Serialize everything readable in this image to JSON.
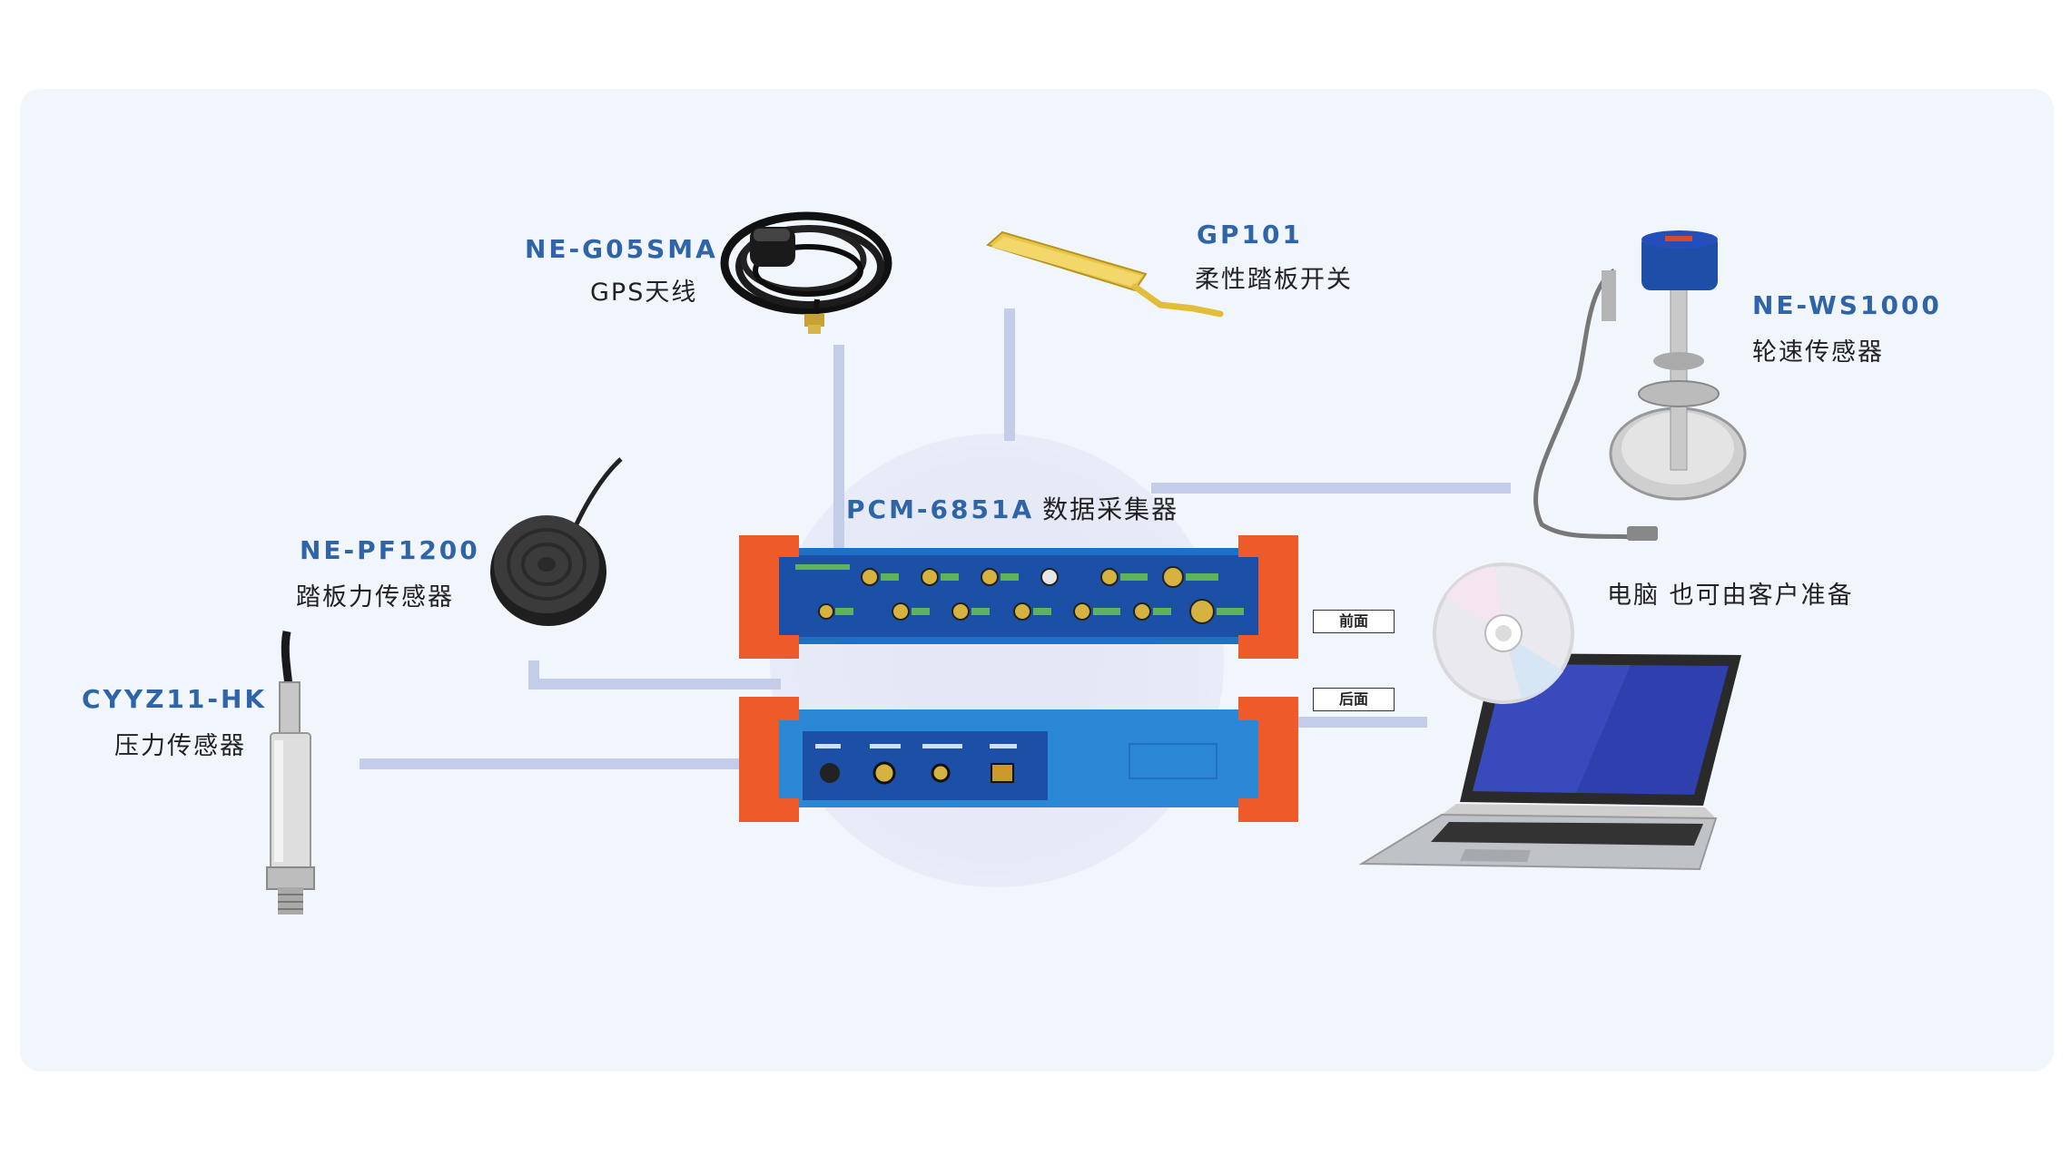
{
  "center": {
    "code": "PCM-6851A",
    "name": "数据采集器",
    "front_tag": "前面",
    "back_tag": "后面"
  },
  "devices": {
    "gps": {
      "code": "NE-G05SMA",
      "name": "GPS天线",
      "icon": "gps-antenna-icon"
    },
    "pedal_switch": {
      "code": "GP101",
      "name": "柔性踏板开关",
      "icon": "flexible-pedal-switch-icon"
    },
    "wheel_speed": {
      "code": "NE-WS1000",
      "name": "轮速传感器",
      "icon": "wheel-speed-sensor-icon"
    },
    "pedal_force": {
      "code": "NE-PF1200",
      "name": "踏板力传感器",
      "icon": "pedal-force-sensor-icon"
    },
    "pressure": {
      "code": "CYYZ11-HK",
      "name": "压力传感器",
      "icon": "pressure-sensor-icon"
    },
    "computer": {
      "name": "电脑 也可由客户准备",
      "icon": "laptop-icon"
    }
  },
  "colors": {
    "panel_bg": "#f1f5fc",
    "connector_line": "#c3cce8",
    "code_text": "#2f65a8",
    "device_blue": "#1f6fc4",
    "device_orange": "#ef5a2a"
  }
}
